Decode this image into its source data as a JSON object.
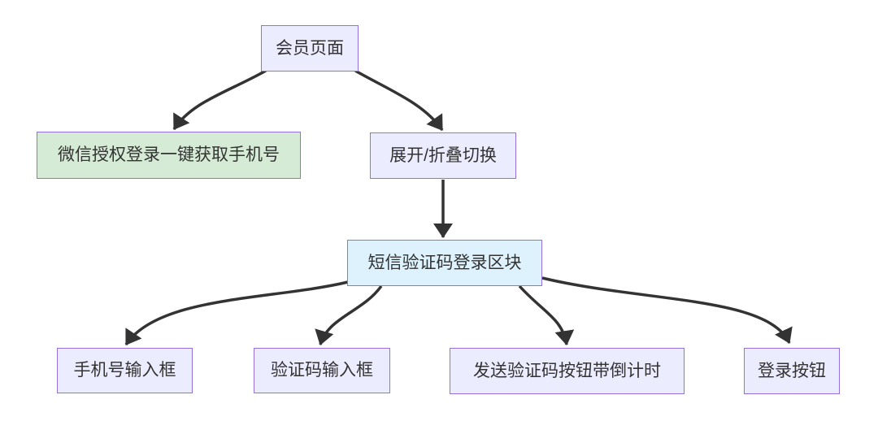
{
  "diagram": {
    "type": "flowchart",
    "direction": "top-down",
    "background": "#FFFFFF",
    "colors": {
      "node_border": "#9370DB",
      "edge_line": "#333333",
      "text": "#333333",
      "default_node_fill": "#ECECFF",
      "green_node_fill": "#D5EBD5",
      "blue_node_fill": "#DDF2FC"
    },
    "nodes": [
      {
        "id": "member-page",
        "label": "会员页面",
        "fill": "#ECECFF"
      },
      {
        "id": "wechat-auth-login",
        "label": "微信授权登录一键获取手机号",
        "fill": "#D5EBD5"
      },
      {
        "id": "expand-collapse-toggle",
        "label": "展开/折叠切换",
        "fill": "#ECECFF"
      },
      {
        "id": "sms-login-block",
        "label": "短信验证码登录区块",
        "fill": "#DDF2FC"
      },
      {
        "id": "phone-input",
        "label": "手机号输入框",
        "fill": "#ECECFF"
      },
      {
        "id": "code-input",
        "label": "验证码输入框",
        "fill": "#ECECFF"
      },
      {
        "id": "send-code-button",
        "label": "发送验证码按钮带倒计时",
        "fill": "#ECECFF"
      },
      {
        "id": "login-button",
        "label": "登录按钮",
        "fill": "#ECECFF"
      }
    ],
    "edges": [
      {
        "from": "会员页面",
        "to": "微信授权登录一键获取手机号"
      },
      {
        "from": "会员页面",
        "to": "展开/折叠切换"
      },
      {
        "from": "展开/折叠切换",
        "to": "短信验证码登录区块"
      },
      {
        "from": "短信验证码登录区块",
        "to": "手机号输入框"
      },
      {
        "from": "短信验证码登录区块",
        "to": "验证码输入框"
      },
      {
        "from": "短信验证码登录区块",
        "to": "发送验证码按钮带倒计时"
      },
      {
        "from": "短信验证码登录区块",
        "to": "登录按钮"
      }
    ]
  }
}
